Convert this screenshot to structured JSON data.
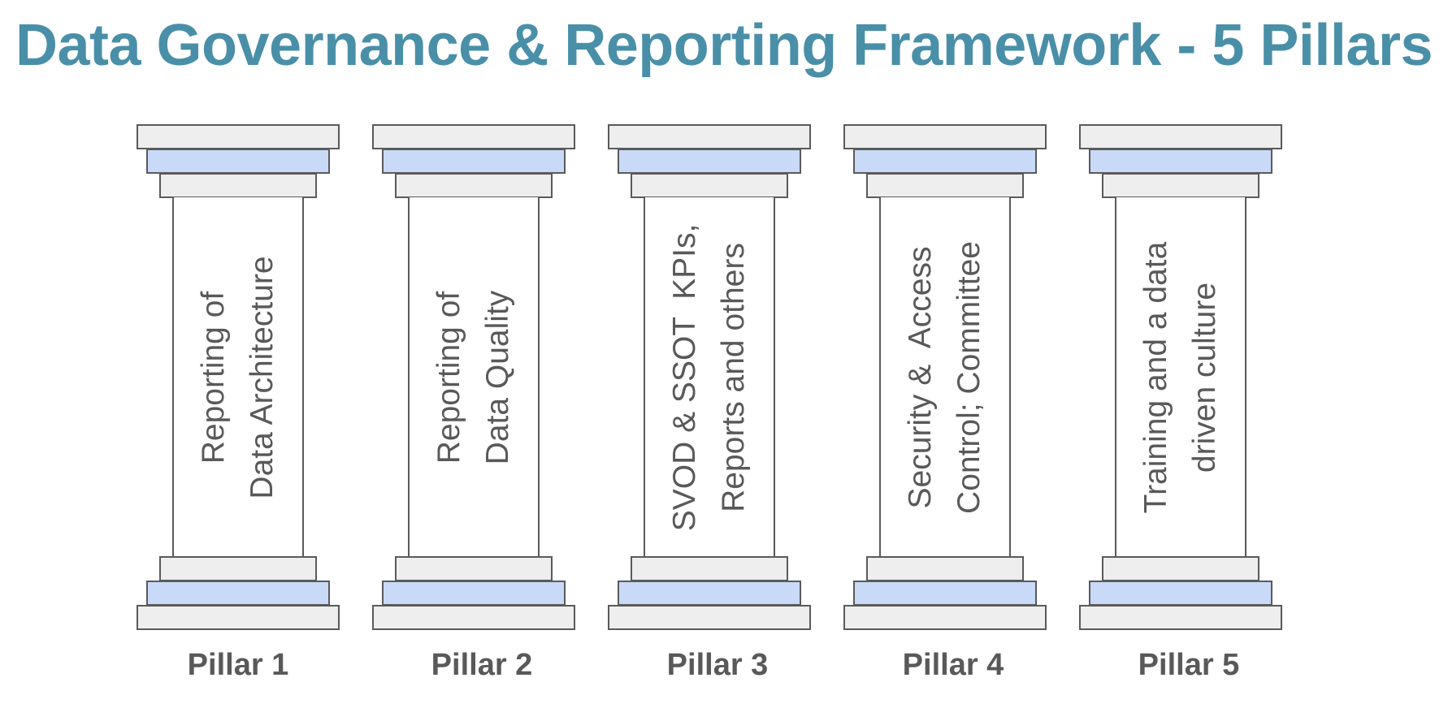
{
  "title": "Data Governance & Reporting Framework - 5 Pillars",
  "colors": {
    "title": "#4a8fa8",
    "text": "#595959",
    "slab_grey": "#eeeeee",
    "slab_blue": "#c9daf8",
    "border": "#5a5a5a"
  },
  "pillars": [
    {
      "label": "Pillar 1",
      "text": "Reporting of\nData Architecture"
    },
    {
      "label": "Pillar 2",
      "text": "Reporting of\nData Quality"
    },
    {
      "label": "Pillar 3",
      "text": "SVOD & SSOT  KPIs,\nReports and others"
    },
    {
      "label": "Pillar 4",
      "text": "Security &  Access\nControl; Committee"
    },
    {
      "label": "Pillar 5",
      "text": "Training and a data\ndriven culture"
    }
  ]
}
